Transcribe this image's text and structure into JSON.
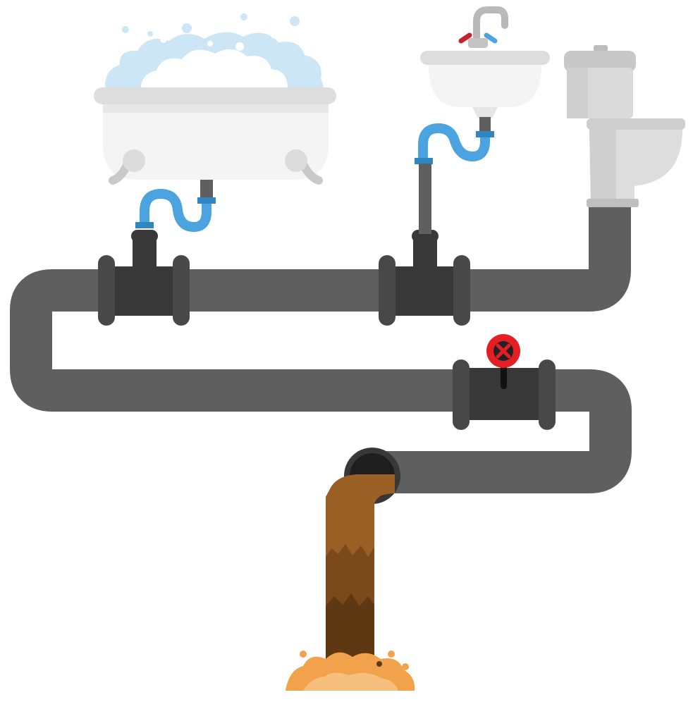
{
  "scene": {
    "fixtures": [
      "bathtub",
      "sink",
      "toilet"
    ],
    "valve_icon": "close-valve-icon",
    "outlet": "sewage-outflow"
  },
  "colors": {
    "pipe": "#5f5f5f",
    "pipe_fitting": "#383838",
    "trap_blue": "#4ba3df",
    "ceramic": "#f4f4f4",
    "ceramic_rim": "#dddddd",
    "toilet_grey": "#c8c8c8",
    "valve_red": "#e31e24",
    "sewage_brown": "#8a531d",
    "sewage_dark": "#5e3713",
    "splash_orange": "#f2a24b",
    "foam_blue": "#cde6f5"
  }
}
